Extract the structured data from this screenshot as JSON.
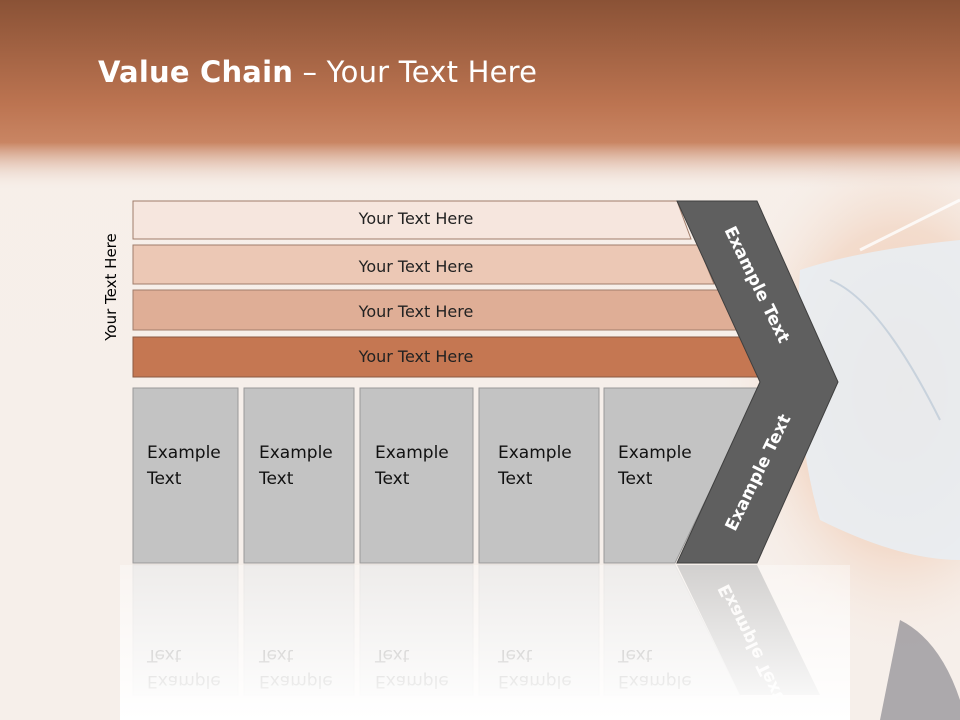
{
  "slide": {
    "title_bold": "Value Chain",
    "title_rest": " – Your Text Here",
    "side_label": "Your Text Here"
  },
  "bars": [
    {
      "label": "Your Text Here",
      "color": "#f6e6de"
    },
    {
      "label": "Your Text Here",
      "color": "#ecc8b5"
    },
    {
      "label": "Your Text Here",
      "color": "#dfae96"
    },
    {
      "label": "Your Text Here",
      "color": "#c57752"
    }
  ],
  "boxes": [
    {
      "line1": "Example",
      "line2": "Text"
    },
    {
      "line1": "Example",
      "line2": "Text"
    },
    {
      "line1": "Example",
      "line2": "Text"
    },
    {
      "line1": "Example",
      "line2": "Text"
    },
    {
      "line1": "Example",
      "line2": "Text"
    }
  ],
  "chevron": {
    "upper": "Example Text",
    "lower": "Example Text",
    "color": "#5f5f5f"
  },
  "colors": {
    "header": "#b7704a",
    "box_fill": "#c3c3c3",
    "box_stroke": "#9a9a9a"
  }
}
